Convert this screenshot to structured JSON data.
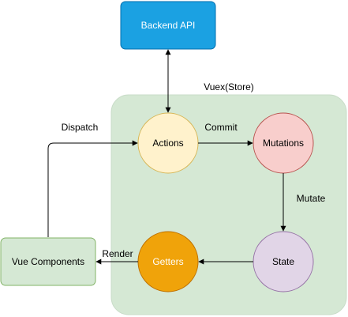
{
  "colors": {
    "store_fill": "#d5e8d4",
    "store_stroke": "#c9dcc8",
    "backend_fill": "#1ba1e2",
    "backend_stroke": "#006eaf",
    "actions_fill": "#fff2cc",
    "actions_stroke": "#d6b656",
    "mutations_fill": "#f8cecc",
    "mutations_stroke": "#b85450",
    "state_fill": "#e1d5e7",
    "state_stroke": "#9673a6",
    "getters_fill": "#f0a30a",
    "getters_stroke": "#bd7000",
    "vue_fill": "#d5e8d4",
    "vue_stroke": "#82b366",
    "edge": "#000000"
  },
  "nodes": {
    "backend": "Backend API",
    "actions": "Actions",
    "mutations": "Mutations",
    "state": "State",
    "getters": "Getters",
    "vue_components": "Vue Components"
  },
  "container": {
    "title": "Vuex(Store)"
  },
  "edges": {
    "dispatch": "Dispatch",
    "commit": "Commit",
    "mutate": "Mutate",
    "render": "Render"
  }
}
